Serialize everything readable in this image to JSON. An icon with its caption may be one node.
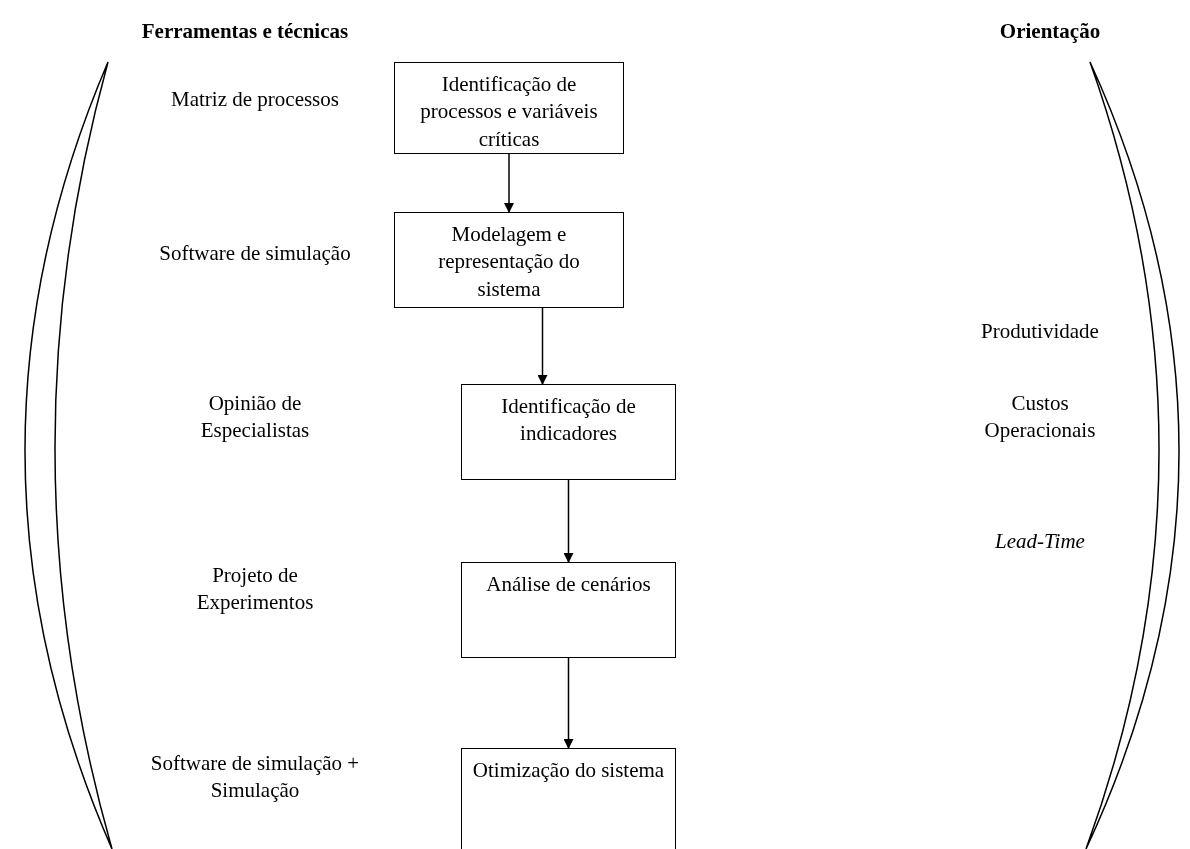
{
  "diagram": {
    "nodes": [
      {
        "text": [
          "Identificação de processos e variáveis críticas"
        ]
      },
      {
        "text": [
          "Modelagem e representação do sistema"
        ]
      },
      {
        "text": [
          "Identificação de indicadores"
        ]
      },
      {
        "text": [
          "Análise de cenários"
        ]
      },
      {
        "text": [
          "Otimização do sistema"
        ]
      }
    ],
    "edges": [
      {
        "from": 0,
        "to": 1,
        "arrow": "to"
      },
      {
        "from": 1,
        "to": 2,
        "arrow": "to"
      },
      {
        "from": 2,
        "to": 3,
        "arrow": "to"
      },
      {
        "from": 3,
        "to": 4,
        "arrow": "to"
      }
    ],
    "labels": [
      "Ferramentas e técnicas",
      "Orientação",
      "Matriz de processos",
      "Software de simulação",
      "Produtividade",
      "Opinião de Especialistas",
      "Custos Operacionais",
      "Lead-Time",
      "Projeto de Experimentos",
      "Software de simulação + Simulação"
    ]
  }
}
